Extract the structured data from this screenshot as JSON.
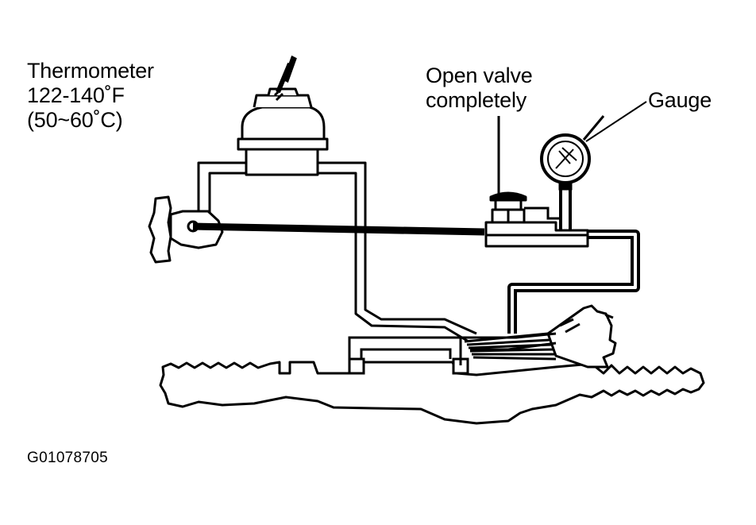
{
  "labels": {
    "thermometer": [
      "Thermometer",
      "122-140˚F",
      "(50~60˚C)"
    ],
    "valve": [
      "Open valve",
      "completely"
    ],
    "gauge": "Gauge"
  },
  "figure_id": "G01078705",
  "colors": {
    "ink": "#000000",
    "paper": "#ffffff"
  }
}
